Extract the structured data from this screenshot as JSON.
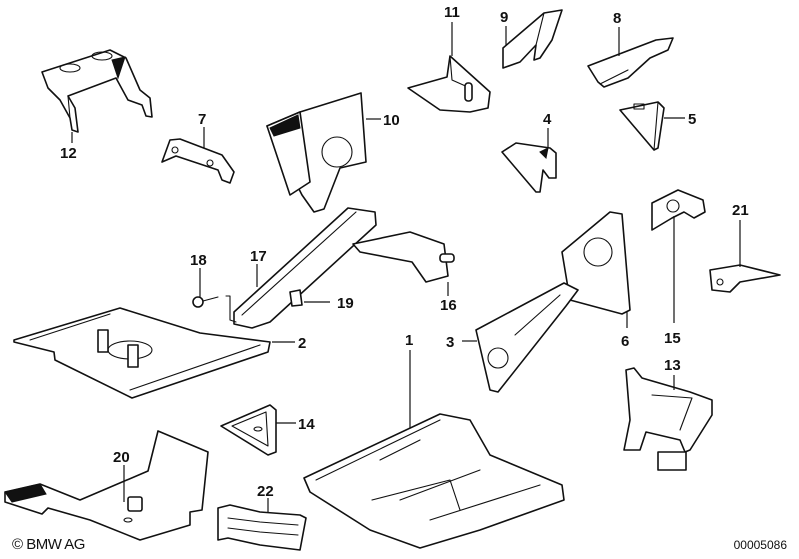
{
  "diagram": {
    "title": "Body parts exploded view",
    "copyright": "© BMW AG",
    "diagram_number": "00005086",
    "callouts": [
      {
        "id": "1",
        "label": "1",
        "part": "floor pan"
      },
      {
        "id": "2",
        "label": "2",
        "part": "floor plate"
      },
      {
        "id": "3",
        "label": "3",
        "part": "bracket with hole"
      },
      {
        "id": "4",
        "label": "4",
        "part": "bracket"
      },
      {
        "id": "5",
        "label": "5",
        "part": "bracket"
      },
      {
        "id": "6",
        "label": "6",
        "part": "support plate"
      },
      {
        "id": "7",
        "label": "7",
        "part": "holder"
      },
      {
        "id": "8",
        "label": "8",
        "part": "bracket"
      },
      {
        "id": "9",
        "label": "9",
        "part": "bracket"
      },
      {
        "id": "10",
        "label": "10",
        "part": "panel with hole"
      },
      {
        "id": "11",
        "label": "11",
        "part": "bracket with pin"
      },
      {
        "id": "12",
        "label": "12",
        "part": "mount bracket"
      },
      {
        "id": "13",
        "label": "13",
        "part": "U-bracket"
      },
      {
        "id": "14",
        "label": "14",
        "part": "triangular plate"
      },
      {
        "id": "15",
        "label": "15",
        "part": "bracket"
      },
      {
        "id": "16",
        "label": "16",
        "part": "bracket with pin"
      },
      {
        "id": "17",
        "label": "17",
        "part": "support rail"
      },
      {
        "id": "18",
        "label": "18",
        "part": "screw"
      },
      {
        "id": "19",
        "label": "19",
        "part": "clip nut"
      },
      {
        "id": "20",
        "label": "20",
        "part": "angle plate"
      },
      {
        "id": "21",
        "label": "21",
        "part": "bracket"
      },
      {
        "id": "22",
        "label": "22",
        "part": "clamp"
      }
    ]
  }
}
